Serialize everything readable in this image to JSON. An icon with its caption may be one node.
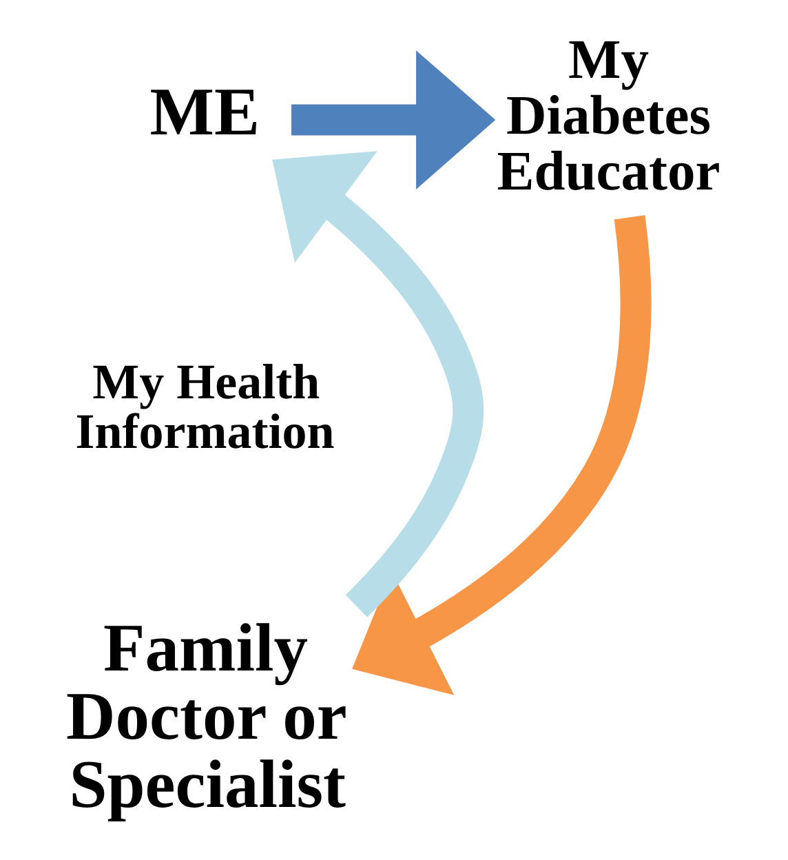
{
  "diagram": {
    "nodes": [
      {
        "text": [
          "ME"
        ]
      },
      {
        "text": [
          "My Diabetes Educator"
        ]
      },
      {
        "text": [
          "Family Doctor or Specialist"
        ]
      }
    ],
    "edges": [
      {
        "from": 0,
        "to": 1,
        "arrow": "to",
        "color": "#4f81bd"
      },
      {
        "from": 1,
        "to": 2,
        "arrow": "to",
        "color": "#f79646"
      },
      {
        "from": 2,
        "to": 0,
        "arrow": "to",
        "color": "#b7dde8"
      }
    ],
    "labels": [
      "My Health Information"
    ]
  }
}
